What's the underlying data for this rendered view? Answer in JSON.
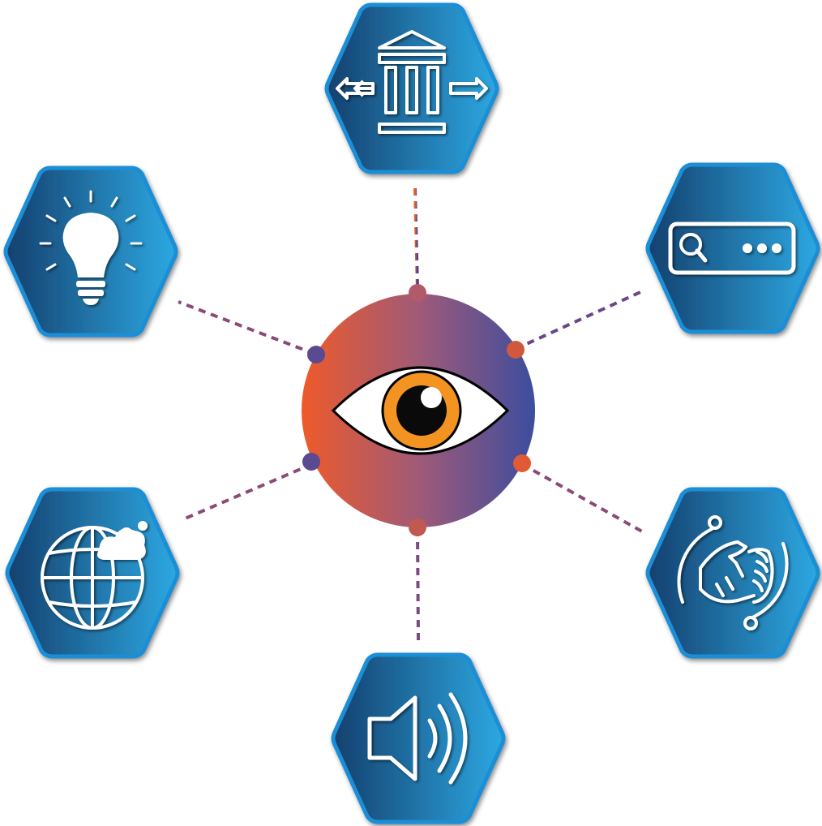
{
  "colors": {
    "hex_dark": "#14406e",
    "hex_light": "#2da8e2",
    "hex_border": "#1b8ed6",
    "center_left": "#ee5a2a",
    "center_right": "#3c4d9e",
    "eye_iris": "#f39322",
    "eye_pupil": "#0a0a0a",
    "icon_stroke": "#ffffff",
    "connector_warm": "#e8622d",
    "connector_cool": "#4a3b8e"
  },
  "center": {
    "icon": "eye-icon"
  },
  "nodes": [
    {
      "id": "top",
      "icon": "bank-transfer-icon"
    },
    {
      "id": "upper-right",
      "icon": "search-bar-icon"
    },
    {
      "id": "lower-right",
      "icon": "handshake-icon"
    },
    {
      "id": "bottom",
      "icon": "speaker-icon"
    },
    {
      "id": "lower-left",
      "icon": "globe-icon"
    },
    {
      "id": "upper-left",
      "icon": "lightbulb-icon"
    }
  ]
}
